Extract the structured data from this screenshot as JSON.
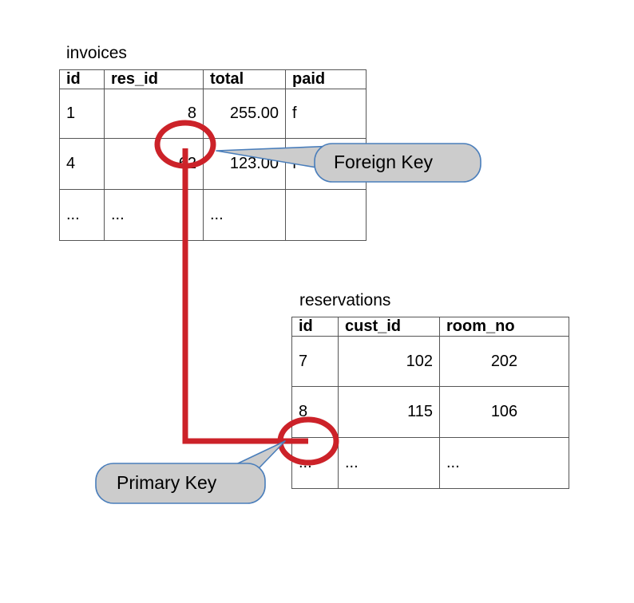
{
  "diagram": {
    "title_invoices": "invoices",
    "title_reservations": "reservations",
    "accent_red": "#cc2229",
    "callout_fill": "#cccccc",
    "callout_stroke": "#4a7ebb",
    "table_border": "#565656"
  },
  "invoices": {
    "name": "invoices",
    "columns": [
      "id",
      "res_id",
      "total",
      "paid"
    ],
    "rows": [
      [
        "1",
        "8",
        "255.00",
        "f"
      ],
      [
        "4",
        "62",
        "123.00",
        "f"
      ],
      [
        "...",
        "...",
        "...",
        ""
      ]
    ]
  },
  "reservations": {
    "name": "reservations",
    "columns": [
      "id",
      "cust_id",
      "room_no"
    ],
    "rows": [
      [
        "7",
        "102",
        "202"
      ],
      [
        "8",
        "115",
        "106"
      ],
      [
        "...",
        "...",
        "..."
      ]
    ]
  },
  "callouts": {
    "foreign_key": "Foreign Key",
    "primary_key": "Primary Key"
  }
}
